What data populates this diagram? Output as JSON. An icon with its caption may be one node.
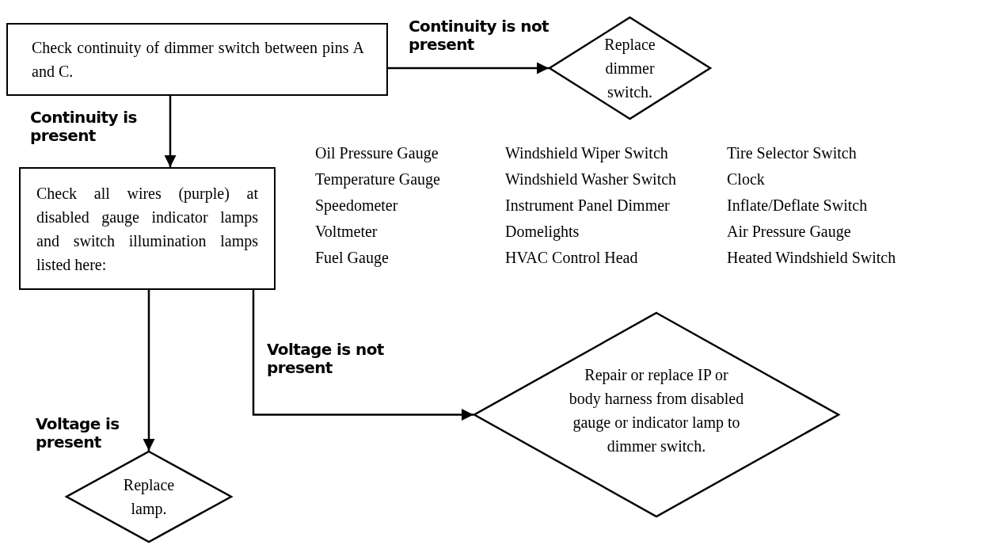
{
  "diagram": {
    "nodes": [
      {
        "text": [
          "Check continuity of dimmer switch between pins A and C."
        ]
      },
      {
        "text": [
          "Replace dimmer switch."
        ]
      },
      {
        "text": [
          "Check all wires (purple) at disabled gauge indicator lamps and switch illumination lamps listed here:"
        ]
      },
      {
        "text": [
          "Replace lamp."
        ]
      },
      {
        "text": [
          "Repair or replace IP or body harness from disabled gauge or indicator lamp to dimmer switch."
        ]
      }
    ],
    "edges": [
      {
        "from": 0,
        "to": 1,
        "arrow": "to",
        "label": "Continuity is not present"
      },
      {
        "from": 0,
        "to": 2,
        "arrow": "to",
        "label": "Continuity is present"
      },
      {
        "from": 2,
        "to": 3,
        "arrow": "to",
        "label": "Voltage is present"
      },
      {
        "from": 2,
        "to": 4,
        "arrow": "to",
        "label": "Voltage is not present"
      }
    ],
    "labels": [
      "Oil Pressure Gauge",
      "Windshield Wiper Switch",
      "Tire Selector Switch",
      "Temperature Gauge",
      "Windshield Washer Switch",
      "Clock",
      "Speedometer",
      "Instrument Panel Dimmer",
      "Inflate/Deflate Switch",
      "Voltmeter",
      "Domelights",
      "Air Pressure Gauge",
      "Fuel Gauge",
      "HVAC Control Head",
      "Heated Windshield Switch"
    ]
  }
}
